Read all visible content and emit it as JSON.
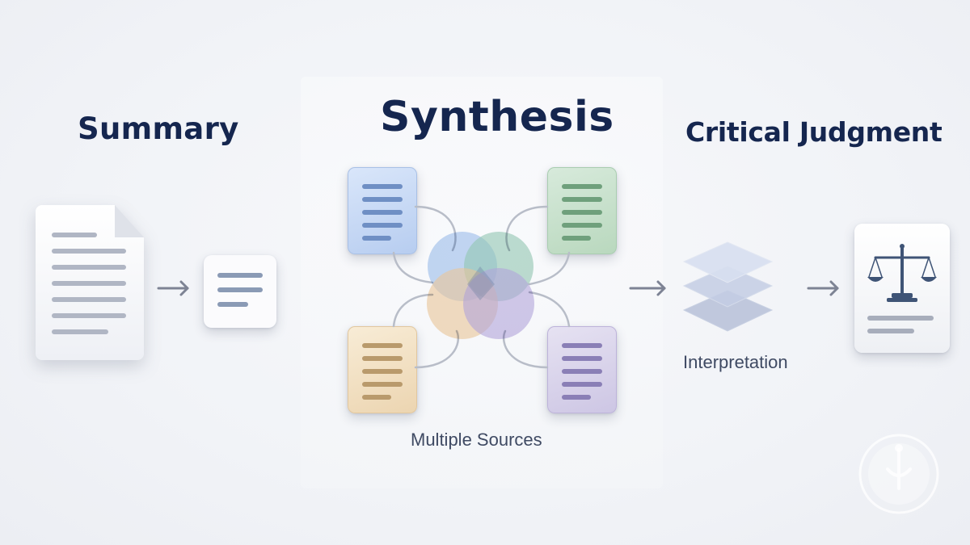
{
  "headings": {
    "summary": "Summary",
    "synthesis": "Synthesis",
    "critical": "Critical Judgment"
  },
  "captions": {
    "sources": "Multiple Sources",
    "interpretation": "Interpretation"
  },
  "icons": {
    "summary_doc": "document-icon",
    "summary_short": "short-document-icon",
    "sources": [
      "blue-document-icon",
      "green-document-icon",
      "orange-document-icon",
      "purple-document-icon"
    ],
    "venn": "venn-diagram-icon",
    "layers": "layers-icon",
    "scales": "scales-of-justice-icon",
    "watermark": "badge-logo"
  },
  "colors": {
    "heading": "#15264f",
    "source_blue": "#b7cdf0",
    "source_green": "#b9d8be",
    "source_orange": "#ecd5b1",
    "source_purple": "#cdc6e4",
    "venn_blue": "#9ec0ec",
    "venn_green": "#95c9b4",
    "venn_orange": "#f0c99a",
    "venn_purple": "#b7a9dd"
  }
}
